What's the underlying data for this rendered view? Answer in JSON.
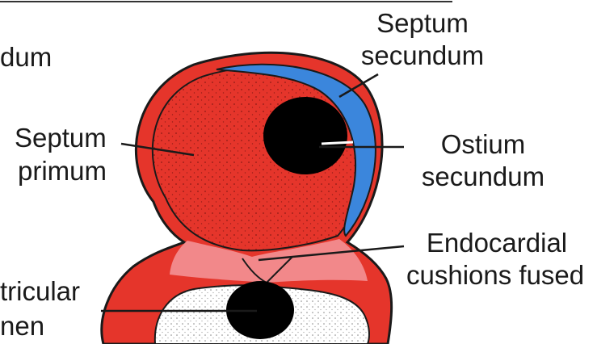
{
  "labels": {
    "top_left_partial": "dum",
    "septum_secundum_line1": "Septum",
    "septum_secundum_line2": "secundum",
    "septum_primum_line1": "Septum",
    "septum_primum_line2": "primum",
    "ostium_secundum_line1": "Ostium",
    "ostium_secundum_line2": "secundum",
    "endocardial_line1": "Endocardial",
    "endocardial_line2": "cushions fused",
    "bottom_left_line1": "tricular",
    "bottom_left_line2": "nen"
  },
  "colors": {
    "septum_primum": "#e5352b",
    "septum_secundum": "#3b86dc",
    "endocardial_cushion": "#f2888a",
    "opening": "#000000",
    "ventricle_cavity": "#ffffff",
    "outline": "#1a1a1a"
  }
}
